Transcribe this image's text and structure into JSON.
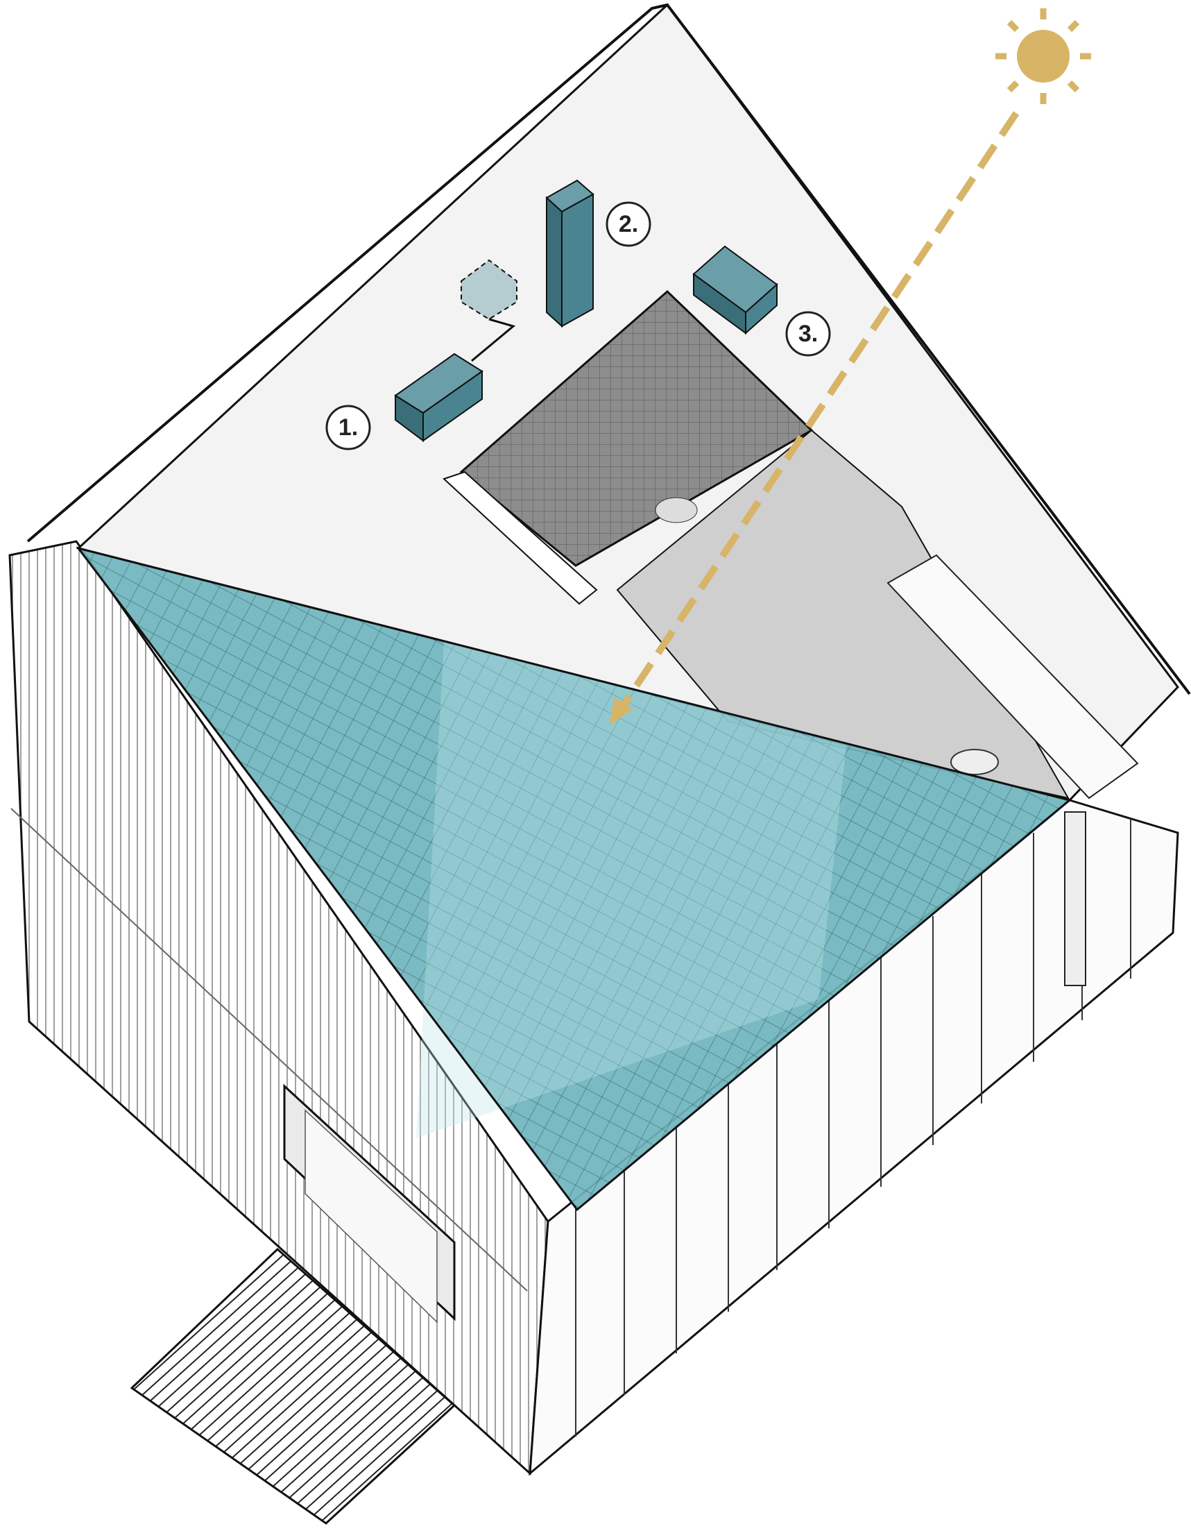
{
  "diagram": {
    "labels": [
      {
        "id": "1",
        "text": "1."
      },
      {
        "id": "2",
        "text": "2."
      },
      {
        "id": "3",
        "text": "3."
      }
    ],
    "colors": {
      "sun": "#d8b467",
      "glass": "#6fb4bd",
      "glass_dark": "#3d8793",
      "equipment": "#4a8491",
      "equipment_light": "#b5ccd1",
      "outline": "#111111"
    }
  }
}
